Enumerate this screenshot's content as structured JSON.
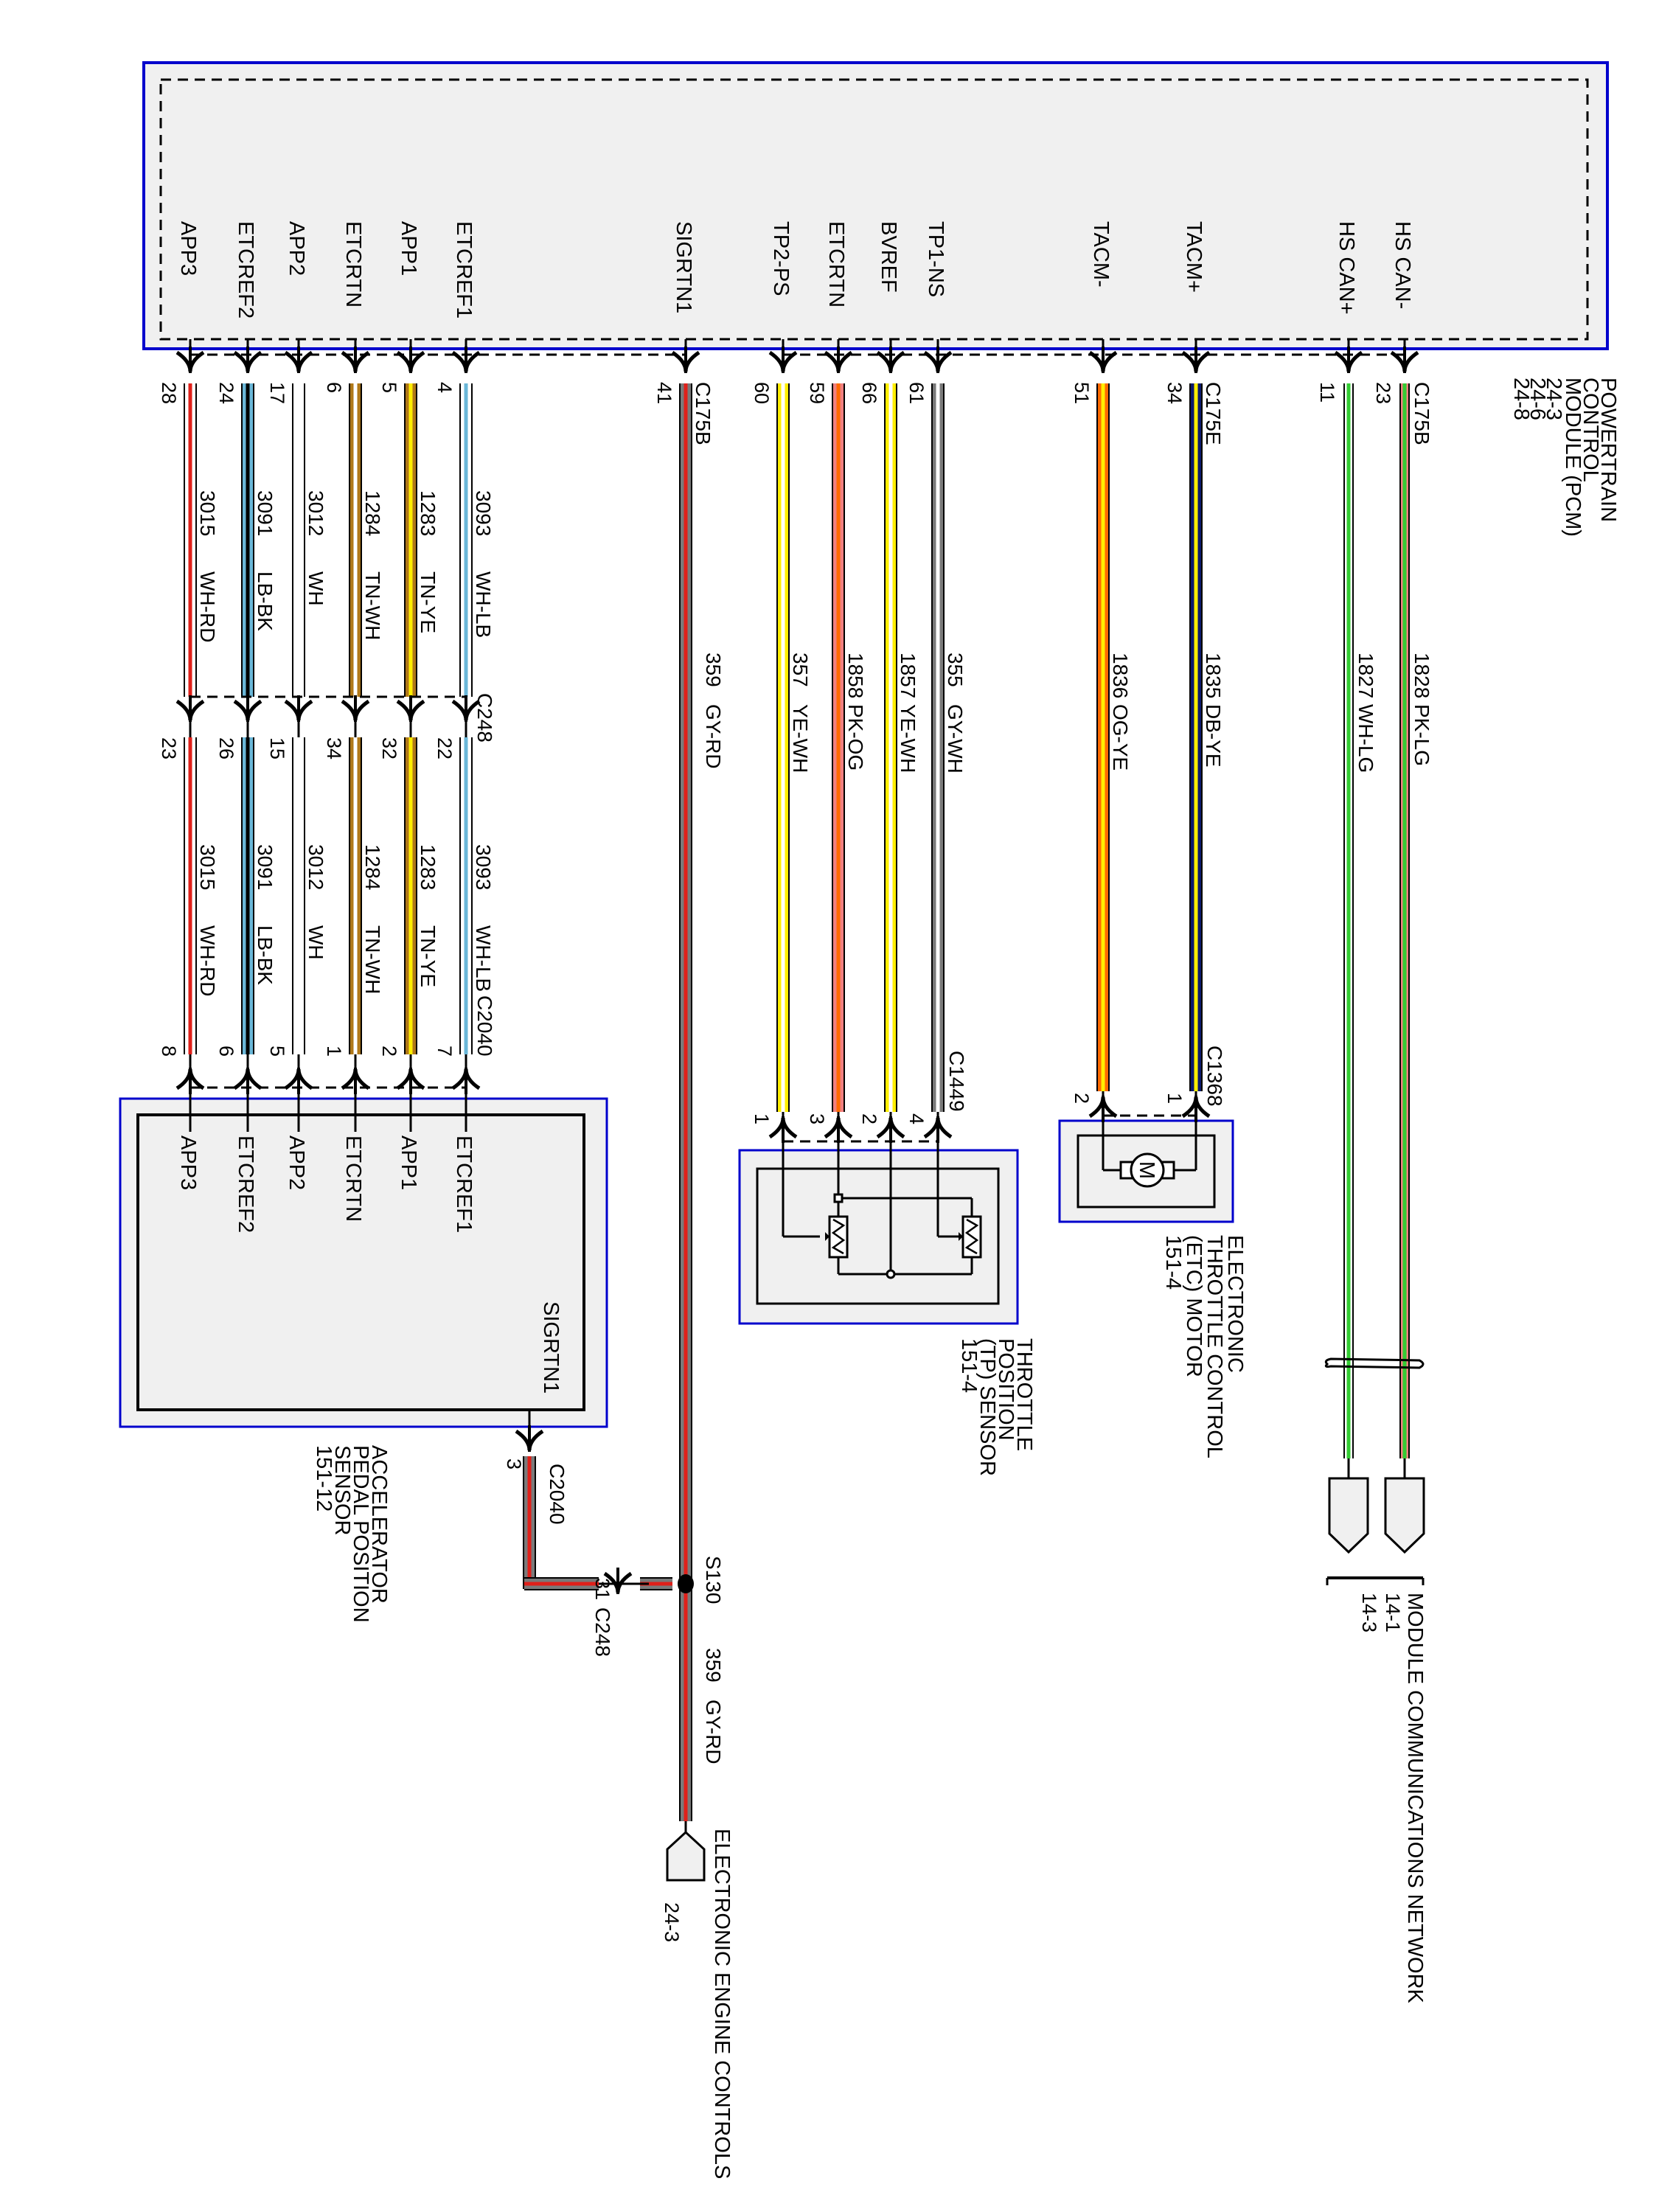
{
  "title": "Electronic Throttle Control Wiring Diagram",
  "colors": {
    "module_border": "#0000cc",
    "module_fill": "#f0f0f0",
    "WH": "#ffffff",
    "RD": "#e0201a",
    "LB": "#6ab7d8",
    "BK": "#000000",
    "TN": "#b07818",
    "YE": "#ffee00",
    "GY": "#7a7a7a",
    "PK": "#f08080",
    "OG": "#ff6a00",
    "DB": "#0b1a6e",
    "LG": "#33cc33"
  },
  "pcm": {
    "name": "POWERTRAIN CONTROL MODULE (PCM)",
    "name_lines": [
      "POWERTRAIN",
      "CONTROL",
      "MODULE (PCM)"
    ],
    "refs": [
      "24-3",
      "24-6",
      "24-8"
    ]
  },
  "pcm_pins": [
    {
      "signal": "APP3",
      "pin": "28",
      "connector": ""
    },
    {
      "signal": "ETCREF2",
      "pin": "24",
      "connector": ""
    },
    {
      "signal": "APP2",
      "pin": "17",
      "connector": ""
    },
    {
      "signal": "ETCRTN",
      "pin": "6",
      "connector": ""
    },
    {
      "signal": "APP1",
      "pin": "5",
      "connector": ""
    },
    {
      "signal": "ETCREF1",
      "pin": "4",
      "connector": ""
    },
    {
      "signal": "SIGRTN1",
      "pin": "41",
      "connector": "C175B"
    },
    {
      "signal": "TP2-PS",
      "pin": "60",
      "connector": ""
    },
    {
      "signal": "ETCRTN",
      "pin": "59",
      "connector": ""
    },
    {
      "signal": "BVREF",
      "pin": "66",
      "connector": ""
    },
    {
      "signal": "TP1-NS",
      "pin": "61",
      "connector": ""
    },
    {
      "signal": "TACM-",
      "pin": "51",
      "connector": ""
    },
    {
      "signal": "TACM+",
      "pin": "34",
      "connector": "C175E"
    },
    {
      "signal": "HS CAN+",
      "pin": "11",
      "connector": ""
    },
    {
      "signal": "HS CAN-",
      "pin": "23",
      "connector": "C175B"
    }
  ],
  "app_wires": {
    "inline_connector_top": "C248",
    "inline_connector_bottom": "C2040",
    "wires": [
      {
        "circuit": "3015",
        "color": "WH-RD",
        "c248_pin": "23",
        "c2040_pin": "8",
        "sensor_signal": "APP3"
      },
      {
        "circuit": "3091",
        "color": "LB-BK",
        "c248_pin": "26",
        "c2040_pin": "6",
        "sensor_signal": "ETCREF2"
      },
      {
        "circuit": "3012",
        "color": "WH",
        "c248_pin": "15",
        "c2040_pin": "5",
        "sensor_signal": "APP2"
      },
      {
        "circuit": "1284",
        "color": "TN-WH",
        "c248_pin": "34",
        "c2040_pin": "1",
        "sensor_signal": "ETCRTN"
      },
      {
        "circuit": "1283",
        "color": "TN-YE",
        "c248_pin": "32",
        "c2040_pin": "2",
        "sensor_signal": "APP1"
      },
      {
        "circuit": "3093",
        "color": "WH-LB",
        "c248_pin": "22",
        "c2040_pin": "7",
        "sensor_signal": "ETCREF1"
      }
    ]
  },
  "sigrtn_wire": {
    "circuit": "359",
    "color": "GY-RD"
  },
  "tp_wires": {
    "connector": "C1449",
    "wires": [
      {
        "circuit": "357",
        "color": "YE-WH",
        "pin": "1"
      },
      {
        "circuit": "1858",
        "color": "PK-OG",
        "pin": "3"
      },
      {
        "circuit": "1857",
        "color": "YE-WH",
        "pin": "2"
      },
      {
        "circuit": "355",
        "color": "GY-WH",
        "pin": "4"
      }
    ]
  },
  "etc_wires": {
    "connector": "C1368",
    "wires": [
      {
        "circuit": "1836",
        "color": "OG-YE",
        "pin": "2"
      },
      {
        "circuit": "1835",
        "color": "DB-YE",
        "pin": "1"
      }
    ]
  },
  "can_wires": [
    {
      "circuit": "1827",
      "color": "WH-LG"
    },
    {
      "circuit": "1828",
      "color": "PK-LG"
    }
  ],
  "app_sensor": {
    "name_lines": [
      "ACCELERATOR",
      "PEDAL POSITION",
      "SENSOR",
      "151-12"
    ],
    "sigrtn_label": "SIGRTN1",
    "sigrtn_pin": "3",
    "sigrtn_connector": "C2040"
  },
  "splice": {
    "name": "S130",
    "c248_pin": "31",
    "c248_label": "C248"
  },
  "tp_sensor": {
    "name_lines": [
      "THROTTLE",
      "POSITION",
      "(TP) SENSOR",
      "151-4"
    ]
  },
  "etc_motor": {
    "name_lines": [
      "ELECTRONIC",
      "THROTTLE CONTROL",
      "(ETC) MOTOR",
      "151-4"
    ],
    "motor_symbol": "M"
  },
  "ecc_ref": {
    "label": "ELECTRONIC ENGINE CONTROLS",
    "page": "24-3"
  },
  "mcn_ref": {
    "label": "MODULE COMMUNICATIONS NETWORK",
    "pages": [
      "14-1",
      "14-3"
    ]
  }
}
